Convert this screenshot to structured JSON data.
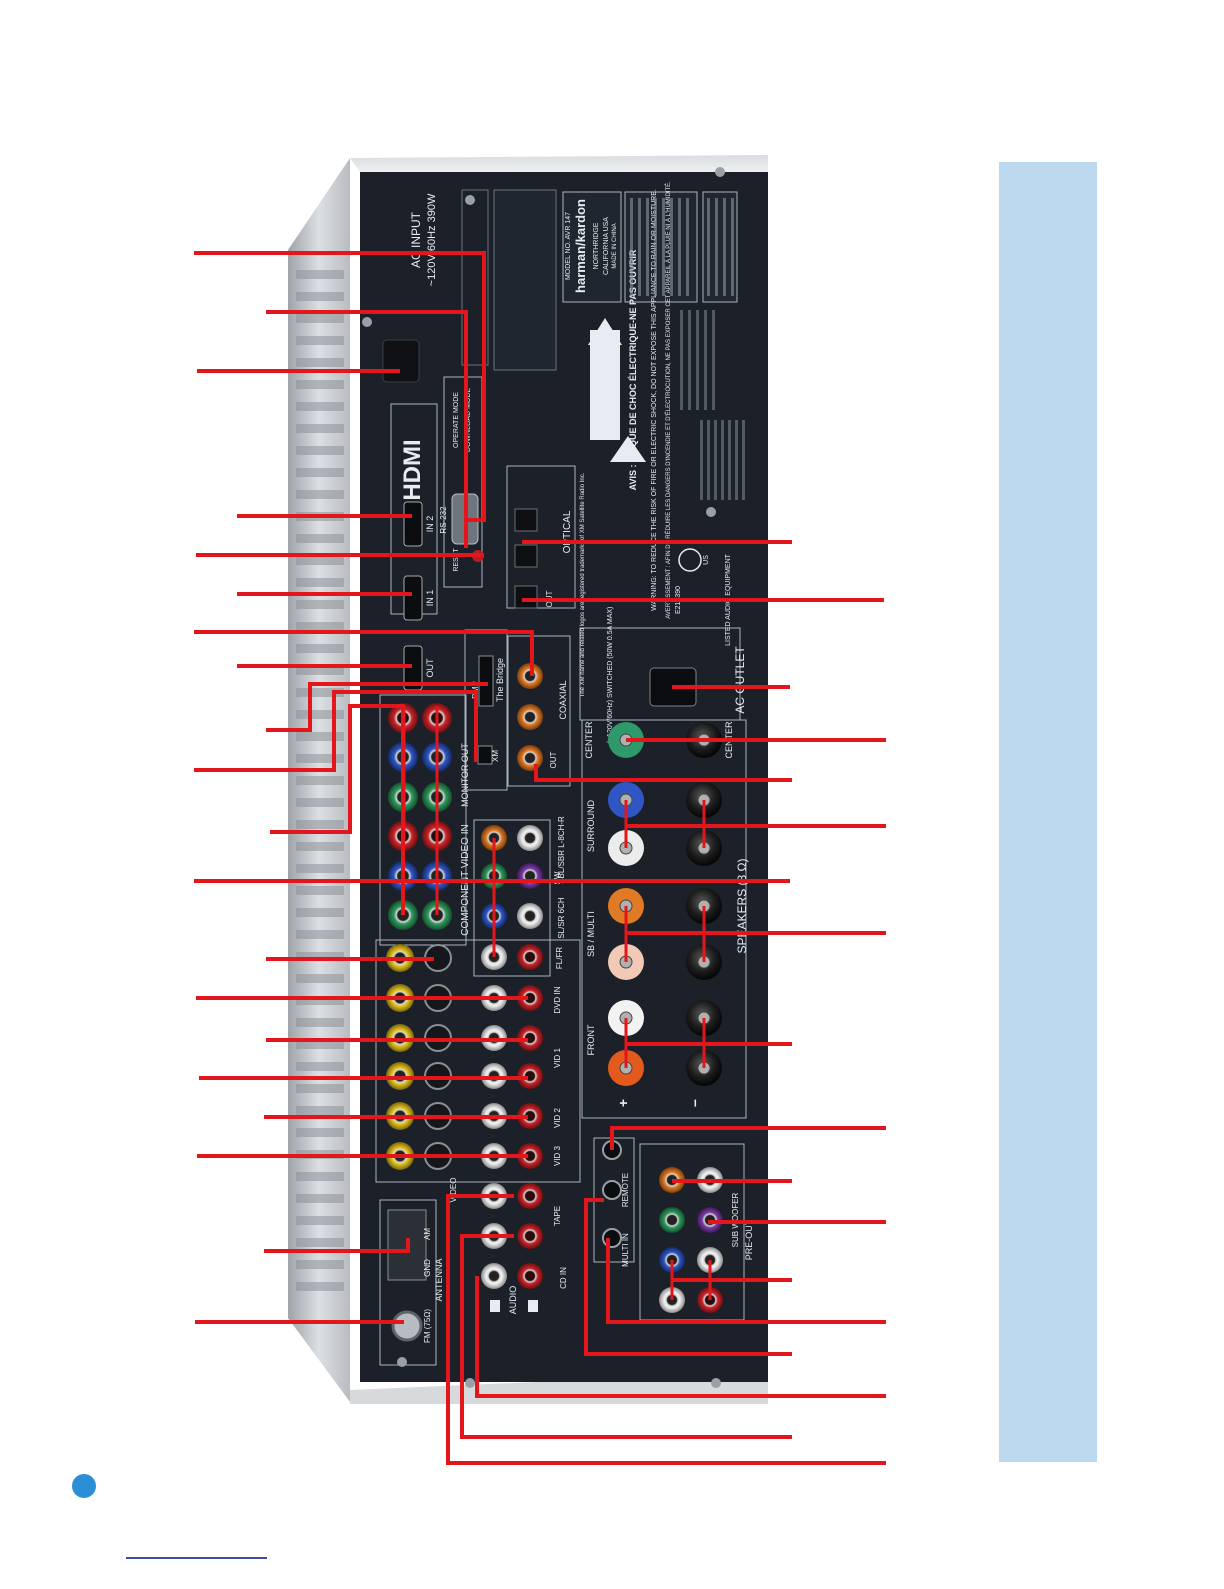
{
  "panel": {
    "ac_input": "AC INPUT",
    "ac_rating": "~120V/60Hz 390W",
    "brand": "harman/kardon",
    "model": "MODEL NO. AVR 147",
    "maker_city": "NORTHRIDGE",
    "maker_state": "CALIFORNIA USA",
    "made_in": "MADE IN CHINA",
    "caution": "CAUTION",
    "caution_sub": "RISK OF ELECTRIC SHOCK DO NOT OPEN",
    "avis": "AVIS : RISQUE DE CHOC ÉLECTRIQUE-NE PAS OUVRIR",
    "warning": "WARNING: TO REDUCE THE RISK OF FIRE OR ELECTRIC SHOCK, DO NOT EXPOSE THIS APPLIANCE TO RAIN OR MOISTURE.",
    "avertissement": "AVERTISSEMENT : AFIN DE RÉDUIRE LES DANGERS D'INCENDIE ET D'ÉLECTROCUTION, NE PAS EXPOSER CET APPAREIL À LA PLUIE NI À L'HUMIDITÉ.",
    "hdmi": "HDMI",
    "in2": "IN 2",
    "in1": "IN 1",
    "out": "OUT",
    "rs232": "RS-232",
    "reset": "RESET",
    "operate_mode": "OPERATE MODE",
    "download_mode": "DOWNLOAD MODE",
    "optical": "OPTICAL",
    "optical_out": "OUT",
    "xm_note": "The XM name and related logos are registered trademarks of XM Satellite Radio Inc.",
    "ul_file": "E218390",
    "ul_us": "US",
    "ul_listed": "LISTED AUDIO EQUIPMENT",
    "ac_outlet": "AC OUTLET",
    "ac_outlet_spec": "(~120V/60Hz) SWITCHED (50W 0.5A MAX)",
    "coaxial": "COAXIAL",
    "coax_out": "OUT",
    "the_bridge": "The Bridge",
    "dmp": "DMP",
    "xm": "XM",
    "monitor_out": "MONITOR OUT",
    "component_video_in": "COMPONENT VIDEO IN",
    "center": "CENTER",
    "surround": "SURROUND",
    "sb_multi": "SB / MULTI",
    "front": "FRONT",
    "speakers": "SPEAKERS (8 Ω)",
    "plus": "+",
    "minus": "−",
    "sbl_sbr": "SBL/SBR L-8CH-R",
    "sw": "SW",
    "sl_sr": "SL/SR 6CH",
    "fl_fr": "FL/FR",
    "dvd_in": "DVD IN",
    "vid1": "VID 1",
    "vid2": "VID 2",
    "vid3": "VID 3",
    "in": "IN",
    "tape": "TAPE",
    "cd_in": "CD IN",
    "audio": "AUDIO",
    "video": "VIDEO",
    "antenna": "ANTENNA",
    "am": "AM",
    "gnd": "GND",
    "fm": "FM (75Ω)",
    "remote": "REMOTE",
    "remote_in": "IN",
    "remote_out": "OUT",
    "multi_in": "MULTI IN",
    "pre_out": "PRE-OUT",
    "subwoofer": "SUB WOOFER",
    "sl": "SL",
    "sr": "SR",
    "fl": "FL",
    "fr": "FR",
    "l": "L",
    "r": "R"
  },
  "colors": {
    "callout_line": "#e3161b",
    "sidebar": "#bcd8ee",
    "page_dot": "#2c8fd6",
    "footer_rule": "#3b4fa0",
    "panel": "#1b2029",
    "chassis": "#c9cdd2"
  }
}
